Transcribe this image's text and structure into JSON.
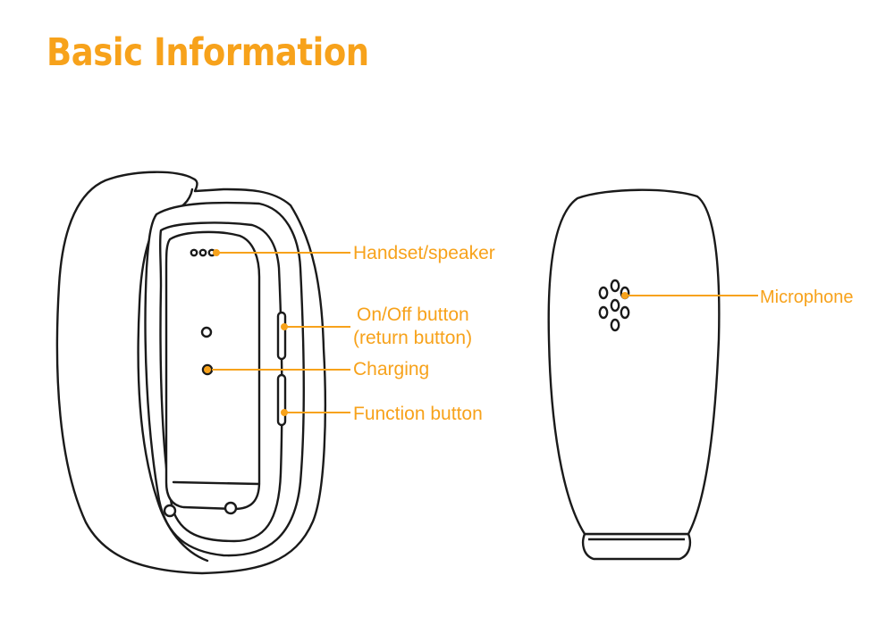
{
  "title": "Basic Information",
  "accent_color": "#f7a21b",
  "callouts": {
    "handset_speaker": "Handset/speaker",
    "on_off_line1": "On/Off button",
    "on_off_line2": "(return button)",
    "charging": "Charging",
    "function_button": "Function button",
    "microphone": "Microphone"
  }
}
